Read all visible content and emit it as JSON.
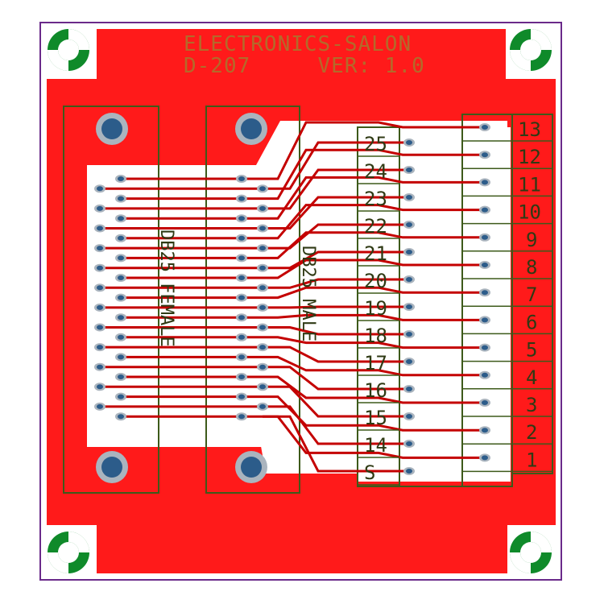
{
  "header": {
    "line1": "ELECTRONICS-SALON",
    "line2": "D-207     VER: 1.0"
  },
  "connectors": {
    "female_label": "DB25 FEMALE",
    "male_label": "DB25 MALE"
  },
  "inner_terminal_labels": [
    "25",
    "24",
    "23",
    "22",
    "21",
    "20",
    "19",
    "18",
    "17",
    "16",
    "15",
    "14",
    "S"
  ],
  "outer_terminal_labels": [
    "13",
    "12",
    "11",
    "10",
    "9",
    "8",
    "7",
    "6",
    "5",
    "4",
    "3",
    "2",
    "1"
  ],
  "colors": {
    "board_outline": "#6a2a8a",
    "copper": "#ff1a1a",
    "trace": "#c40000",
    "silkscreen_box": "#3d5a1a",
    "pad": "#2c5c8a",
    "pad_ring": "#aab4be",
    "mount_hole_ring": "#0f8a2a"
  }
}
